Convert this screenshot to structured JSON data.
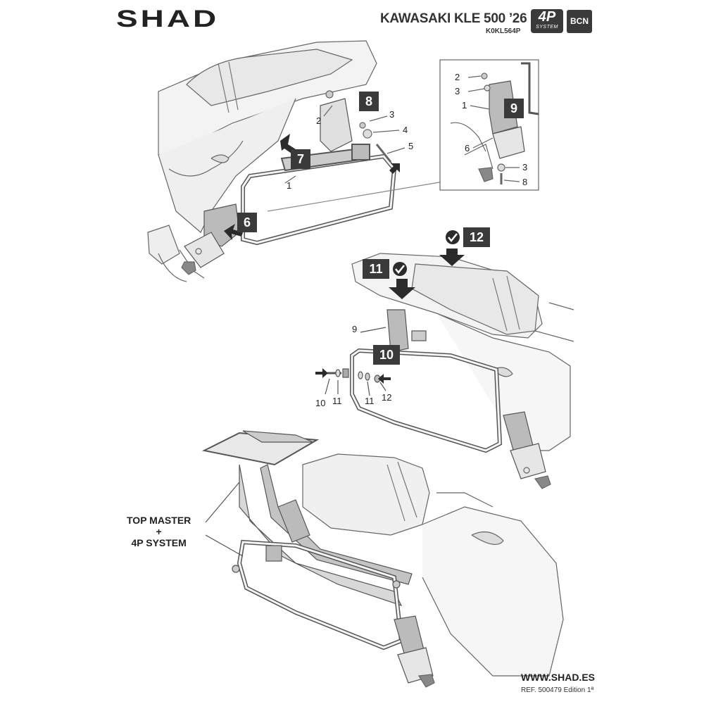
{
  "header": {
    "brand": "SHAD",
    "model": "KAWASAKI KLE 500 ’26",
    "code": "K0KL564P",
    "badge_4p_big": "4P",
    "badge_4p_small": "SYSTEM",
    "badge_bcn": "BCN"
  },
  "footer": {
    "website": "WWW.SHAD.ES",
    "reference": "REF. 500479 Edition 1ª"
  },
  "steps": {
    "s6": "6",
    "s7": "7",
    "s8": "8",
    "s9": "9",
    "s10": "10",
    "s11": "11",
    "s12": "12"
  },
  "parts": {
    "p1": "1",
    "p2": "2",
    "p3": "3",
    "p4": "4",
    "p5": "5",
    "i2": "2",
    "i3": "3",
    "i1": "1",
    "i6": "6",
    "i3b": "3",
    "i8": "8",
    "p9": "9",
    "p10": "10",
    "p11a": "11",
    "p11b": "11",
    "p12": "12"
  },
  "top_master": {
    "line1": "TOP MASTER",
    "line2": "+",
    "line3": "4P SYSTEM"
  },
  "colors": {
    "dark": "#3a3a3a",
    "line": "#555555",
    "fill_light": "#eeeeee",
    "fill_mid": "#d8d8d8"
  },
  "icons": [
    "check-circle-icon",
    "down-arrow-icon",
    "right-arrow-icon",
    "up-left-arrow-icon"
  ]
}
